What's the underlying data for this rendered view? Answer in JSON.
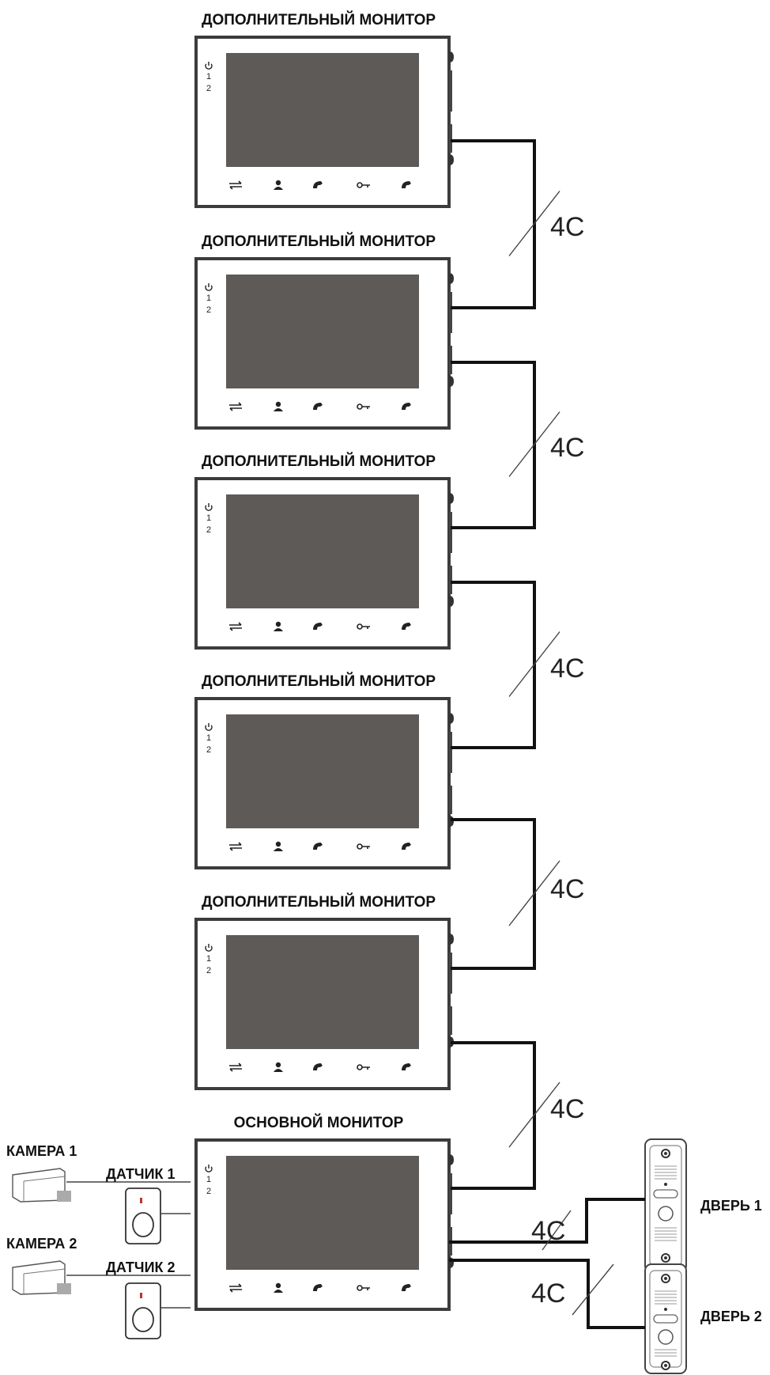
{
  "monitors": [
    {
      "title": "ДОПОЛНИТЕЛЬНЫЙ МОНИТОР"
    },
    {
      "title": "ДОПОЛНИТЕЛЬНЫЙ МОНИТОР"
    },
    {
      "title": "ДОПОЛНИТЕЛЬНЫЙ МОНИТОР"
    },
    {
      "title": "ДОПОЛНИТЕЛЬНЫЙ МОНИТОР"
    },
    {
      "title": "ДОПОЛНИТЕЛЬНЫЙ МОНИТОР"
    },
    {
      "title": "ОСНОВНОЙ МОНИТОР"
    }
  ],
  "monitor_side_labels": [
    "1",
    "2"
  ],
  "monitor_buttons": [
    "swap-icon",
    "person-icon",
    "handset-icon",
    "key-icon",
    "handset-icon"
  ],
  "cables": [
    "4C",
    "4C",
    "4C",
    "4C",
    "4C"
  ],
  "door_cables": [
    "4C",
    "4C"
  ],
  "cameras": [
    {
      "label": "КАМЕРА 1"
    },
    {
      "label": "КАМЕРА 2"
    }
  ],
  "sensors": [
    {
      "label": "ДАТЧИК 1"
    },
    {
      "label": "ДАТЧИК 2"
    }
  ],
  "doors": [
    {
      "label": "ДВЕРЬ 1"
    },
    {
      "label": "ДВЕРЬ 2"
    }
  ],
  "colors": {
    "frame": "#3c3c3c",
    "screen": "#5e5a58",
    "wire": "#111111"
  }
}
